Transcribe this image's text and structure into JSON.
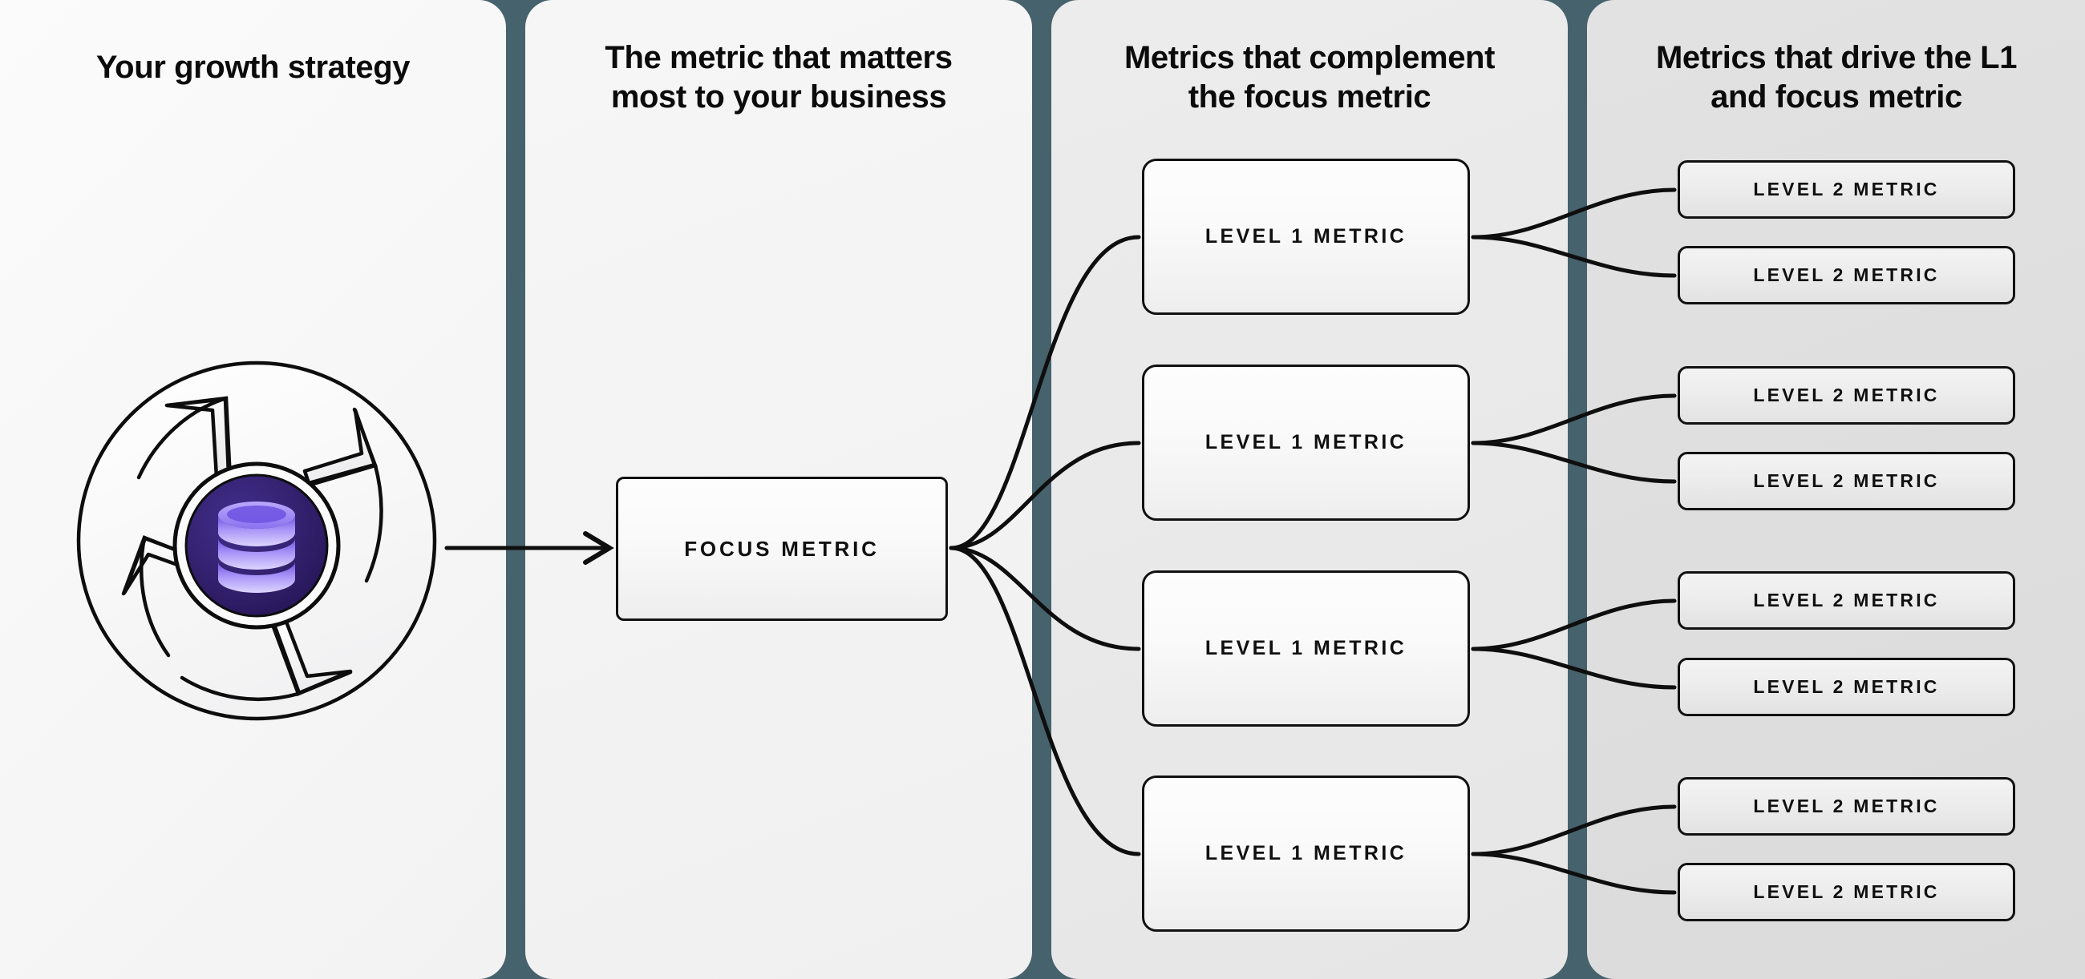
{
  "theme": {
    "page_background": "#46626c",
    "divider_color": "#4d6872",
    "panel_1_bg": "#f8f8f8",
    "panel_2_bg": "#f3f3f3",
    "panel_3_bg": "#e9e9e9",
    "panel_4_bg": "#dedede",
    "box_border": "#111111",
    "box_fill_top": "#fdfdfd",
    "box_fill_bottom": "#eeeeee",
    "text_color": "#0b0b0b",
    "emblem_sphere_dark": "#2b1a66",
    "emblem_sphere_mid": "#3b2a86",
    "emblem_db_light": "#cdc2fb",
    "emblem_db_mid": "#8f79f2",
    "emblem_db_dark": "#5a3fd6",
    "emblem_petal_fill": "#fcfcfc",
    "emblem_outline": "#0d0d0d"
  },
  "columns": [
    {
      "id": "growth-strategy",
      "heading": "Your growth strategy",
      "emblem": {
        "name": "growth-strategy-emblem",
        "icon": "database-icon",
        "outer_shape": "segmented-circle"
      }
    },
    {
      "id": "focus-metric",
      "heading": "The metric that matters\nmost to your business",
      "nodes": [
        {
          "label": "FOCUS METRIC"
        }
      ]
    },
    {
      "id": "level-1-metrics",
      "heading": "Metrics that complement\nthe focus metric",
      "nodes": [
        {
          "label": "LEVEL 1 METRIC"
        },
        {
          "label": "LEVEL 1 METRIC"
        },
        {
          "label": "LEVEL 1 METRIC"
        },
        {
          "label": "LEVEL 1 METRIC"
        }
      ]
    },
    {
      "id": "level-2-metrics",
      "heading": "Metrics that drive the L1\nand focus metric",
      "nodes": [
        {
          "label": "LEVEL 2 METRIC"
        },
        {
          "label": "LEVEL 2 METRIC"
        },
        {
          "label": "LEVEL 2 METRIC"
        },
        {
          "label": "LEVEL 2 METRIC"
        },
        {
          "label": "LEVEL 2 METRIC"
        },
        {
          "label": "LEVEL 2 METRIC"
        },
        {
          "label": "LEVEL 2 METRIC"
        },
        {
          "label": "LEVEL 2 METRIC"
        }
      ]
    }
  ],
  "connectors": {
    "emblem_to_focus": {
      "type": "straight-arrow",
      "count": 1
    },
    "focus_to_level1": {
      "type": "fan-curve",
      "count": 4
    },
    "level1_to_level2": {
      "type": "split-curve",
      "count": 8
    }
  }
}
